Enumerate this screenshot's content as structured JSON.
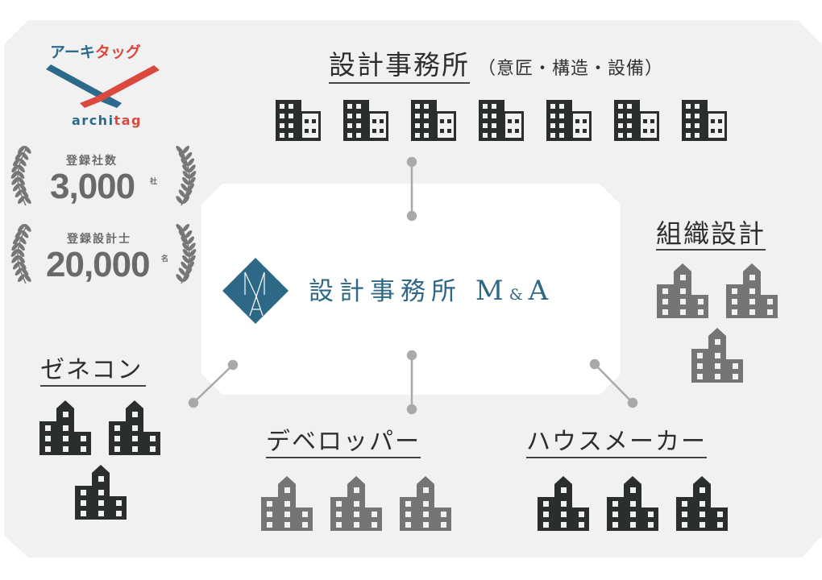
{
  "brand": {
    "kana_part1": "アーキ",
    "kana_part2": "タッグ",
    "roman_part1": "archi",
    "roman_part2": "tag",
    "color_blue": "#2b6a8a",
    "color_red": "#d9493e"
  },
  "stats": [
    {
      "label": "登録社数",
      "value": "3,000",
      "unit": "社"
    },
    {
      "label": "登録設計士",
      "value": "20,000",
      "unit": "名"
    }
  ],
  "center": {
    "logo_icon": "ma-diamond-logo-icon",
    "title": "設計事務所",
    "m": "M",
    "amp": "&",
    "a": "A",
    "color": "#2d6886"
  },
  "groups": {
    "design_office": {
      "title": "設計事務所",
      "subtitle": "（意匠・構造・設備）",
      "icon": "office-building-icon",
      "count": 7,
      "color": "#2a2e2e"
    },
    "organization": {
      "title": "組織設計",
      "icon": "building-icon",
      "count": 3,
      "color": "#757575"
    },
    "general_contractor": {
      "title": "ゼネコン",
      "icon": "building-icon",
      "count": 3,
      "color": "#2a2e2e"
    },
    "developer": {
      "title": "デベロッパー",
      "icon": "building-icon",
      "count": 3,
      "color": "#757575"
    },
    "house_maker": {
      "title": "ハウスメーカー",
      "icon": "building-icon",
      "count": 3,
      "color": "#2a2e2e"
    }
  },
  "connector_color": "#a9a9a9"
}
